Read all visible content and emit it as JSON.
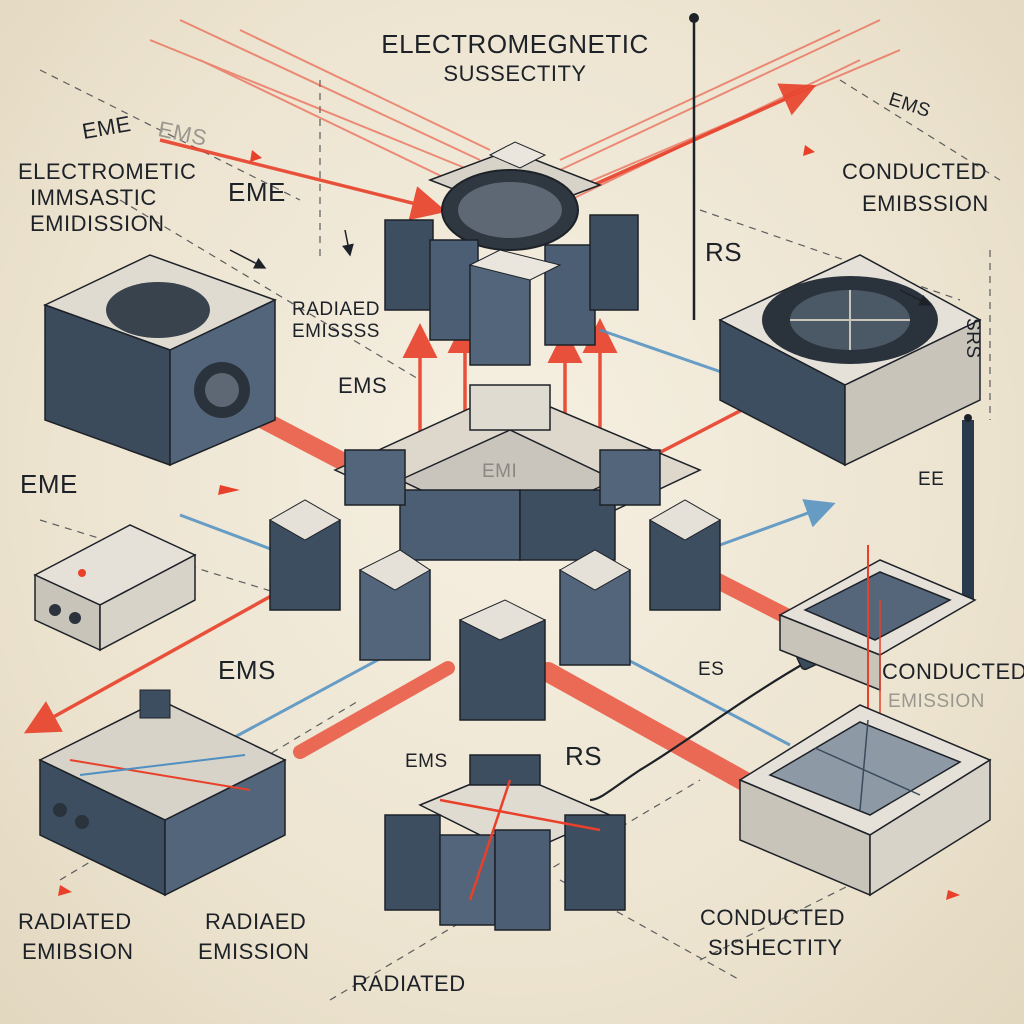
{
  "diagram": {
    "title_line1": "ELECTROMEGNETIC",
    "title_line2": "SUSSECTITY",
    "labels": {
      "eme_top": "EME",
      "ems_faded": "EMS",
      "left_title_1": "ELECTROMETIC",
      "left_title_2": "IMMSASTIC",
      "left_title_3": "EMIDISSION",
      "eme_mid": "EME",
      "radiated_emiss_1": "RADIAED",
      "radiated_emiss_2": "EMISSSS",
      "ems_mid": "EMS",
      "rs_mid": "RS",
      "ems_right_top": "EMS",
      "conducted_emission_1": "CONDUCTED",
      "conducted_emission_2": "EMIBSSION",
      "side_vertical": "SRS",
      "eme_left": "EME",
      "ee_right": "EE",
      "emi_center": "EMI",
      "ems_lower_left": "EMS",
      "es_lower": "ES",
      "conducted_right_1": "CONDUCTED",
      "conducted_right_2": "EMISSION",
      "ems_bottom": "EMS",
      "rs_bottom": "RS",
      "radiated_emission_1a": "RADIATED",
      "radiated_emission_1b": "EMIBSION",
      "radiated_emission_2a": "RADIAED",
      "radiated_emission_2b": "EMISSION",
      "conducted_susc_1": "CONDUCTED",
      "conducted_susc_2": "SISHECTITY",
      "radiated_bottom": "RADIATED"
    },
    "colors": {
      "background": "#efe7d6",
      "ink": "#1d2128",
      "block_top": "#e8e4dc",
      "block_side": "#3b4b5c",
      "block_front": "#52657a",
      "red_arrow": "#e8402a",
      "blue_line": "#4f8fc2"
    },
    "icons": [
      "antenna-icon",
      "fan-icon",
      "heatsink-icon",
      "chip-icon",
      "connector-icon"
    ]
  }
}
